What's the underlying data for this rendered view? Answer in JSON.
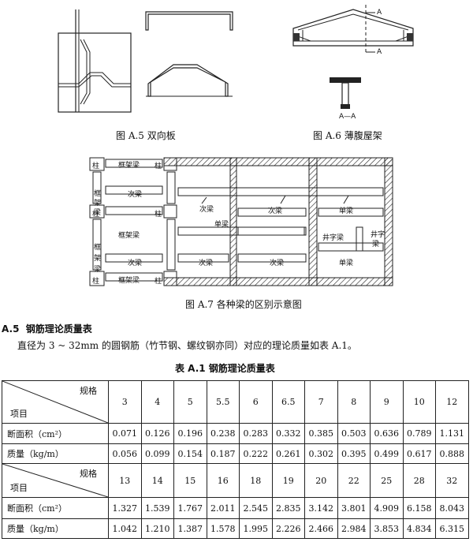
{
  "figures": {
    "a5_caption": "图 A.5   双向板",
    "a6_caption": "图 A.6   薄腹屋架",
    "a6_section_marks": [
      "A",
      "A"
    ],
    "a6_section_label": "A—A",
    "a7_caption": "图 A.7   各种梁的区别示意图",
    "a7_labels": {
      "zhu": "柱",
      "kuangjialiang": "框架梁",
      "kuang_v": "框",
      "jia_v": "架",
      "liang_v": "梁",
      "cilaing": "次梁",
      "dan": "单梁",
      "jingzi": "井字梁",
      "jing_v": "井字",
      "liang2": "梁"
    }
  },
  "section": {
    "number": "A.5",
    "title": "钢筋理论质量表",
    "paragraph": "直径为 3 ~ 32mm 的圆钢筋（竹节钢、螺纹钢亦同）对应的理论质量如表 A.1。"
  },
  "table": {
    "title": "表 A.1   钢筋理论质量表",
    "header_spec": "规格",
    "header_item": "项目",
    "row_area": "断面积（cm²）",
    "row_mass": "质量（kg/m）",
    "block1": {
      "sizes": [
        "3",
        "4",
        "5",
        "5.5",
        "6",
        "6.5",
        "7",
        "8",
        "9",
        "10",
        "12"
      ],
      "area": [
        "0.071",
        "0.126",
        "0.196",
        "0.238",
        "0.283",
        "0.332",
        "0.385",
        "0.503",
        "0.636",
        "0.789",
        "1.131"
      ],
      "mass": [
        "0.056",
        "0.099",
        "0.154",
        "0.187",
        "0.222",
        "0.261",
        "0.302",
        "0.395",
        "0.499",
        "0.617",
        "0.888"
      ]
    },
    "block2": {
      "sizes": [
        "13",
        "14",
        "15",
        "16",
        "18",
        "19",
        "20",
        "22",
        "25",
        "28",
        "32"
      ],
      "area": [
        "1.327",
        "1.539",
        "1.767",
        "2.011",
        "2.545",
        "2.835",
        "3.142",
        "3.801",
        "4.909",
        "6.158",
        "8.043"
      ],
      "mass": [
        "1.042",
        "1.210",
        "1.387",
        "1.578",
        "1.995",
        "2.226",
        "2.466",
        "2.984",
        "3.853",
        "4.834",
        "6.315"
      ]
    }
  }
}
